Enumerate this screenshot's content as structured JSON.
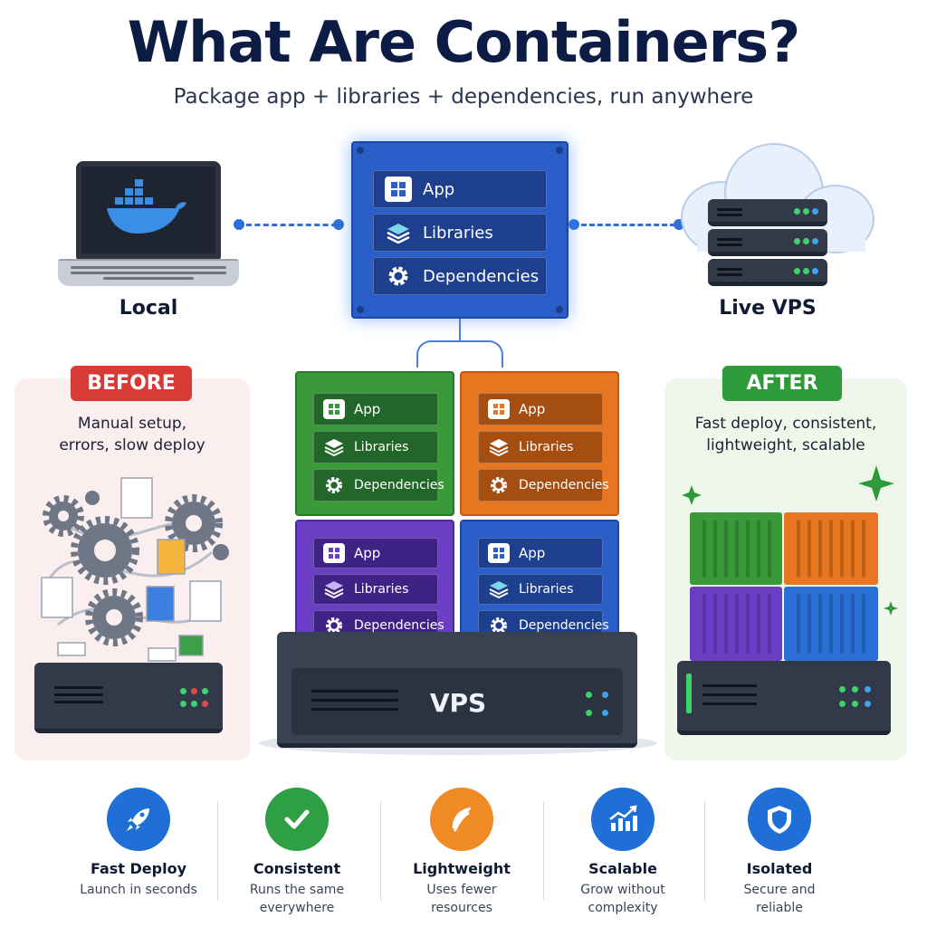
{
  "header": {
    "title": "What Are Containers?",
    "subtitle": "Package app + libraries + dependencies, run anywhere"
  },
  "environments": {
    "local_label": "Local",
    "live_label": "Live VPS"
  },
  "container_layers": {
    "app": "App",
    "libraries": "Libraries",
    "dependencies": "Dependencies"
  },
  "before": {
    "badge": "BEFORE",
    "line1": "Manual setup,",
    "line2": "errors, slow deploy"
  },
  "after": {
    "badge": "AFTER",
    "line1": "Fast deploy, consistent,",
    "line2": "lightweight, scalable"
  },
  "vps": {
    "label": "VPS"
  },
  "features": [
    {
      "name": "Fast Deploy",
      "desc1": "Launch in seconds",
      "desc2": "",
      "icon": "rocket-icon",
      "color": "#1f6fd6"
    },
    {
      "name": "Consistent",
      "desc1": "Runs the same",
      "desc2": "everywhere",
      "icon": "checkmark-icon",
      "color": "#2ea043"
    },
    {
      "name": "Lightweight",
      "desc1": "Uses fewer",
      "desc2": "resources",
      "icon": "feather-icon",
      "color": "#f08a24"
    },
    {
      "name": "Scalable",
      "desc1": "Grow without",
      "desc2": "complexity",
      "icon": "growth-chart-icon",
      "color": "#1f6fd6"
    },
    {
      "name": "Isolated",
      "desc1": "Secure and",
      "desc2": "reliable",
      "icon": "shield-icon",
      "color": "#1f6fd6"
    }
  ],
  "colors": {
    "blue": "#2a5ec9",
    "green": "#3a9a3a",
    "orange": "#e8751f",
    "purple": "#6a3fc4",
    "before_badge": "#d93a36",
    "after_badge": "#2f9a3a"
  }
}
